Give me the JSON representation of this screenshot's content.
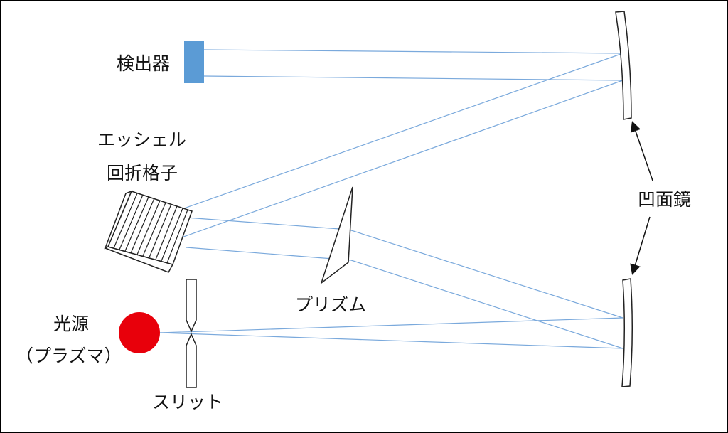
{
  "labels": {
    "detector": "検出器",
    "echelle_line1": "エッシェル",
    "echelle_line2": "回折格子",
    "concave_mirror": "凹面鏡",
    "prism": "プリズム",
    "source_line1": "光源",
    "source_line2": "（プラズマ）",
    "slit": "スリット"
  },
  "colors": {
    "ray": "#7aa9dc",
    "detector": "#5b9bd5",
    "source": "#e8000b"
  }
}
